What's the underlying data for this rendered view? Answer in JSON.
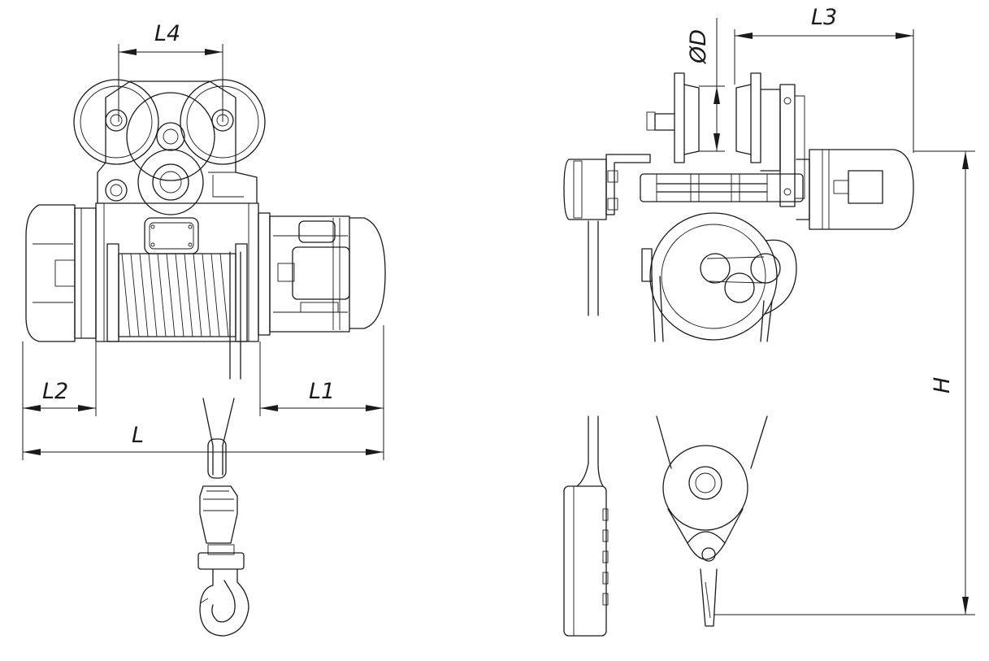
{
  "labels": {
    "L4": "L4",
    "L3": "L3",
    "phiD": "ØD",
    "L2": "L2",
    "L1": "L1",
    "L": "L",
    "H": "H"
  }
}
